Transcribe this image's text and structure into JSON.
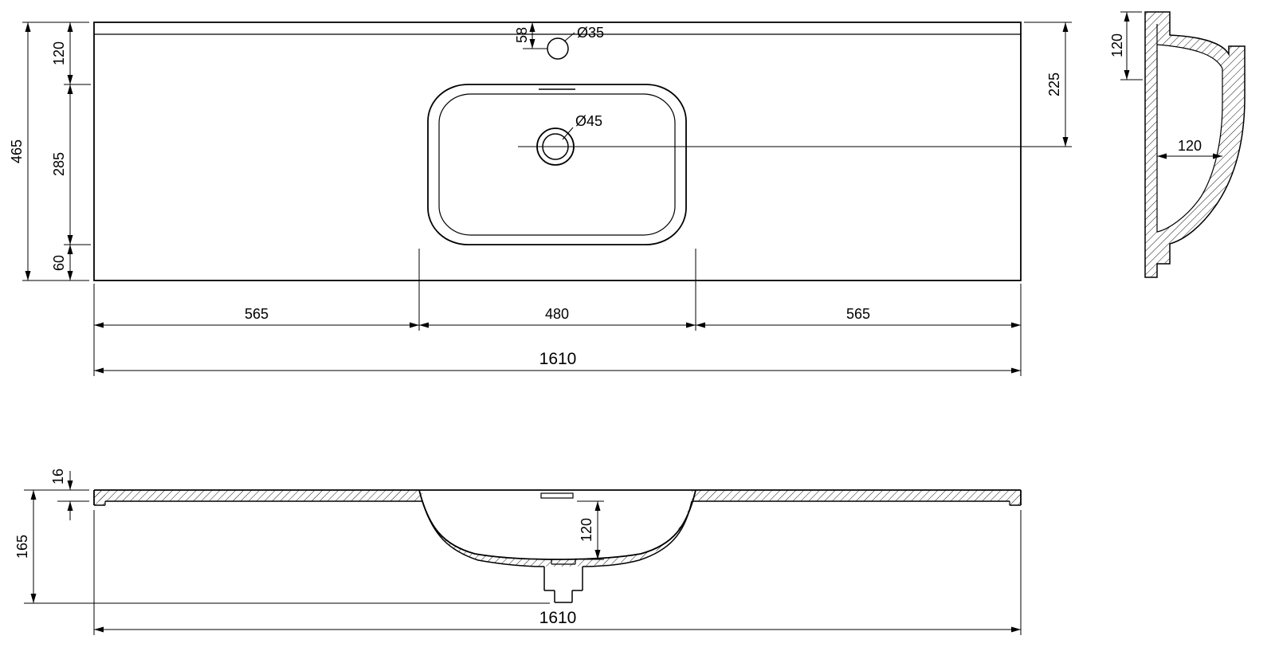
{
  "drawing": {
    "type": "technical-dimension-drawing",
    "subject": "vanity countertop with integrated washbasin, plan view, side section and front section",
    "line_color": "#000000",
    "background": "#ffffff"
  },
  "plan": {
    "width_total": "1610",
    "width_left": "565",
    "width_basin": "480",
    "width_right": "565",
    "depth_total": "465",
    "depth_back": "120",
    "depth_basin": "285",
    "depth_front": "60",
    "faucet_offset": "58",
    "faucet_dia": "Ø35",
    "drain_dia": "Ø45",
    "drain_offset": "225"
  },
  "side": {
    "edge_height": "120",
    "bowl_depth": "120"
  },
  "front": {
    "top_thickness": "16",
    "height_total": "165",
    "basin_depth": "120",
    "width_total": "1610"
  }
}
